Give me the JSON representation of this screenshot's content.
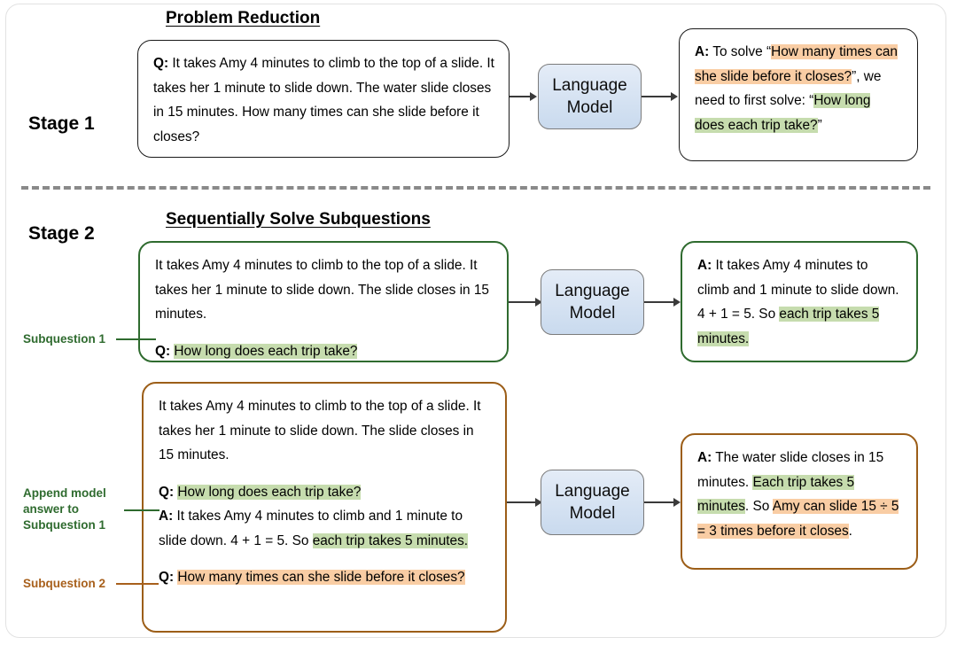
{
  "figure": {
    "title_stage1": "Problem Reduction",
    "title_stage2": "Sequentially Solve Subquestions",
    "stage1_label": "Stage 1",
    "stage2_label": "Stage 2"
  },
  "colors": {
    "highlight_orange": "#f9cda4",
    "highlight_green": "#c6dcae",
    "border_green": "#2f6b2f",
    "border_orange": "#9c5e18",
    "border_black": "#1a1a1a",
    "lm_fill_top": "#e4ecf7",
    "lm_fill_bottom": "#c9daee",
    "lm_border": "#7b7b7b",
    "dashed_separator": "#8a8a8a",
    "outer_frame": "#e2e2e2"
  },
  "nodes": {
    "language_model_line1": "Language",
    "language_model_line2": "Model"
  },
  "stage1": {
    "question_box": {
      "prefix": "Q:",
      "text": " It takes Amy 4 minutes to climb to the top of a slide. It takes her 1 minute to slide down. The water slide closes in 15 minutes. How many times can she slide before it closes?"
    },
    "answer_box": {
      "prefix": "A:",
      "seg1": " To solve “",
      "seg2_orange": "How many times can she slide before it closes?",
      "seg3": "”, we need to first solve: “",
      "seg4_green": "How long does each trip take?",
      "seg5": "”"
    }
  },
  "stage2": {
    "subquestion1_label": "Subquestion 1",
    "append_label_line1": "Append model",
    "append_label_line2": "answer to",
    "append_label_line3": "Subquestion 1",
    "subquestion2_label": "Subquestion 2",
    "prompt1": {
      "context": "It takes Amy 4 minutes to climb to the top of a slide. It takes her 1 minute to slide down. The slide closes in 15 minutes.",
      "q_prefix": "Q:",
      "q_green": "How long does each trip take?"
    },
    "answer1": {
      "prefix": "A:",
      "seg1": " It takes Amy 4 minutes to climb and 1 minute to slide down. 4 + 1 = 5. So ",
      "seg2_green": "each trip takes 5 minutes."
    },
    "prompt2": {
      "context": "It takes Amy 4 minutes to climb to the top of a slide. It takes her 1 minute to slide down. The slide closes in 15 minutes.",
      "q1_prefix": "Q:",
      "q1_green": "How long does each trip take?",
      "a1_prefix": "A:",
      "a1_seg1": " It takes Amy 4 minutes to climb and 1 minute to slide down. 4 + 1 = 5. So ",
      "a1_seg2_green": "each trip takes 5 minutes.",
      "q2_prefix": "Q:",
      "q2_orange": "How many times can she slide before it closes?"
    },
    "answer2": {
      "prefix": "A:",
      "seg1": " The water slide closes in 15 minutes. ",
      "seg2_green": "Each trip takes 5 minutes",
      "seg3": ". So ",
      "seg4_orange": "Amy can slide 15 ÷ 5 = 3 times before it closes",
      "seg5": "."
    }
  }
}
